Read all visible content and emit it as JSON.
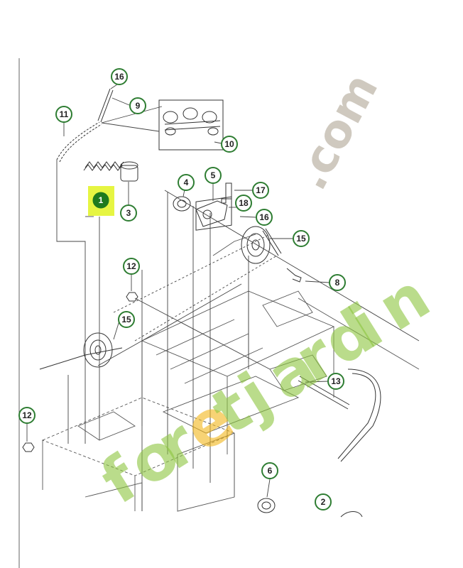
{
  "callouts": [
    {
      "id": "c16a",
      "label": "16"
    },
    {
      "id": "c9",
      "label": "9"
    },
    {
      "id": "c11",
      "label": "11"
    },
    {
      "id": "c10",
      "label": "10"
    },
    {
      "id": "c1",
      "label": "1",
      "highlighted": true
    },
    {
      "id": "c3",
      "label": "3"
    },
    {
      "id": "c4",
      "label": "4"
    },
    {
      "id": "c5",
      "label": "5"
    },
    {
      "id": "c17",
      "label": "17"
    },
    {
      "id": "c18",
      "label": "18"
    },
    {
      "id": "c16b",
      "label": "16"
    },
    {
      "id": "c15a",
      "label": "15"
    },
    {
      "id": "c8",
      "label": "8"
    },
    {
      "id": "c12a",
      "label": "12"
    },
    {
      "id": "c15b",
      "label": "15"
    },
    {
      "id": "c13",
      "label": "13"
    },
    {
      "id": "c12b",
      "label": "12"
    },
    {
      "id": "c6",
      "label": "6"
    },
    {
      "id": "c2",
      "label": "2"
    }
  ],
  "watermark": {
    "domain": ".com",
    "brand_letters": [
      "f",
      "o",
      "r",
      "e",
      "t",
      "j",
      "a",
      "r",
      "d",
      "i",
      "n"
    ],
    "brand_colors": [
      "#8dc63f",
      "#8dc63f",
      "#8dc63f",
      "#f3b71b",
      "#8dc63f",
      "#8dc63f",
      "#8dc63f",
      "#8dc63f",
      "#8dc63f",
      "#8dc63f",
      "#8dc63f"
    ],
    "domain_color": "#c7c0b5"
  },
  "colors": {
    "callout_ring": "#2e7d32",
    "highlight_fill": "#1e7a1e",
    "highlight_glow": "#e6f542"
  }
}
